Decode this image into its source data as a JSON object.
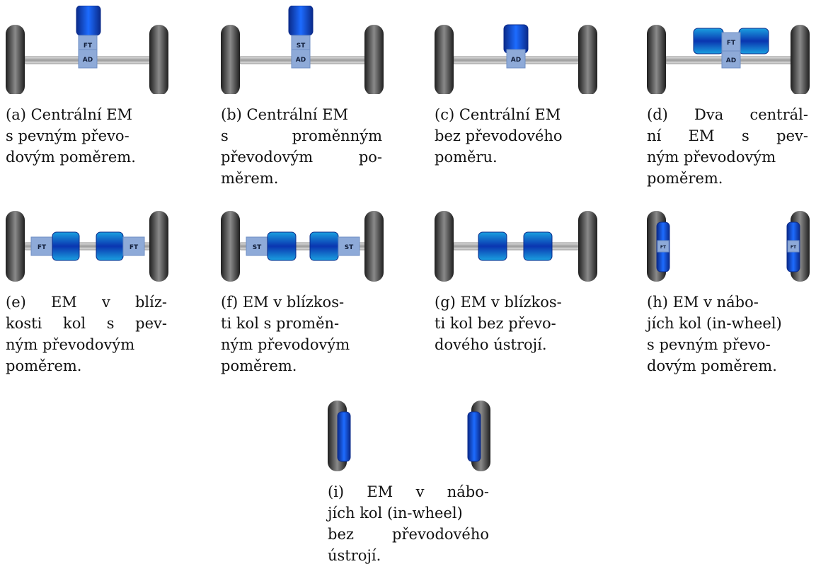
{
  "colors": {
    "tire_dark": "#1e1e1e",
    "tire_light": "#9a9a9a",
    "motor_dark": "#0a2a8a",
    "motor_bright": "#1d6cff",
    "motor_cyan": "#1aa0e0",
    "gear_box": "#8eaad8",
    "gear_border": "#6f8fc4",
    "axle": "#8f8f8f"
  },
  "panels": [
    {
      "id": "a",
      "label_ft": "FT",
      "label_ad": "AD",
      "caption_lines": [
        "(a) Centrální EM",
        "s pevným převo-",
        "dovým poměrem."
      ]
    },
    {
      "id": "b",
      "label_st": "ST",
      "label_ad": "AD",
      "caption_lines": [
        "(b) Centrální EM",
        "s proměnným",
        "převodovým po-",
        "měrem."
      ]
    },
    {
      "id": "c",
      "label_ad": "AD",
      "caption_lines": [
        "(c) Centrální EM",
        "bez převodového",
        "poměru."
      ]
    },
    {
      "id": "d",
      "label_ft": "FT",
      "label_ad": "AD",
      "caption_lines": [
        "(d) Dva centrál-",
        "ní EM s pev-",
        "ným převodovým",
        "poměrem."
      ]
    },
    {
      "id": "e",
      "label_ft_left": "FT",
      "label_ft_right": "FT",
      "caption_lines": [
        "(e) EM v blíz-",
        "kosti kol s pev-",
        "ným převodovým",
        "poměrem."
      ]
    },
    {
      "id": "f",
      "label_st_left": "ST",
      "label_st_right": "ST",
      "caption_lines": [
        "(f) EM v blízkos-",
        "ti kol s proměn-",
        "ným převodovým",
        "poměrem."
      ]
    },
    {
      "id": "g",
      "caption_lines": [
        "(g) EM v blízkos-",
        "ti kol bez převo-",
        "dového ústrojí."
      ]
    },
    {
      "id": "h",
      "label_ft_left": "FT",
      "label_ft_right": "FT",
      "caption_lines": [
        "(h) EM v nábo-",
        "jích kol (in-wheel)",
        "s pevným převo-",
        "dovým poměrem."
      ]
    },
    {
      "id": "i",
      "caption_lines": [
        "(i) EM v nábo-",
        "jích kol (in-wheel)",
        "bez převodového",
        "ústrojí."
      ]
    }
  ]
}
